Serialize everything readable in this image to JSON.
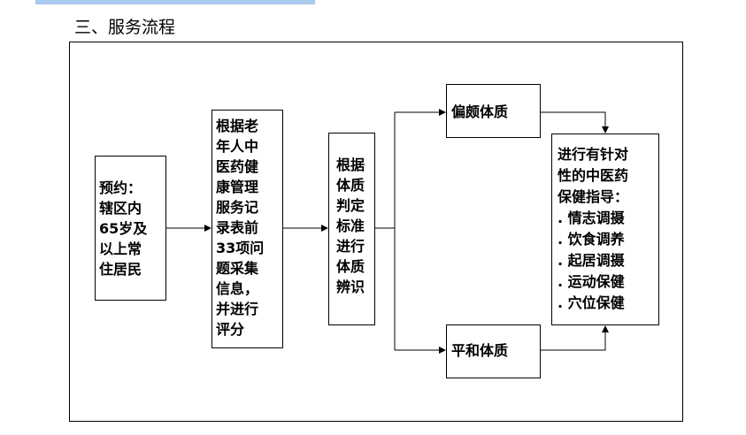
{
  "section_title": "三、服务流程",
  "flow": {
    "appointment": [
      "预约：",
      "辖区内",
      "65岁及",
      "以上常",
      "住居民"
    ],
    "collect_info": [
      "根据老",
      "年人中",
      "医药健",
      "康管理",
      "服务记",
      "录表前",
      "33项问",
      "题采集",
      "信息，",
      "并进行",
      "评分"
    ],
    "identify": [
      "根据",
      "体质",
      "判定",
      "标准",
      "进行",
      "体质",
      "辨识"
    ],
    "biased_constitution": "偏颇体质",
    "balanced_constitution": "平和体质",
    "guidance": [
      "进行有针对",
      "性的中医药",
      "保健指导：",
      ". 情志调摄",
      ". 饮食调养",
      ". 起居调摄",
      ". 运动保健",
      ". 穴位保健"
    ]
  }
}
